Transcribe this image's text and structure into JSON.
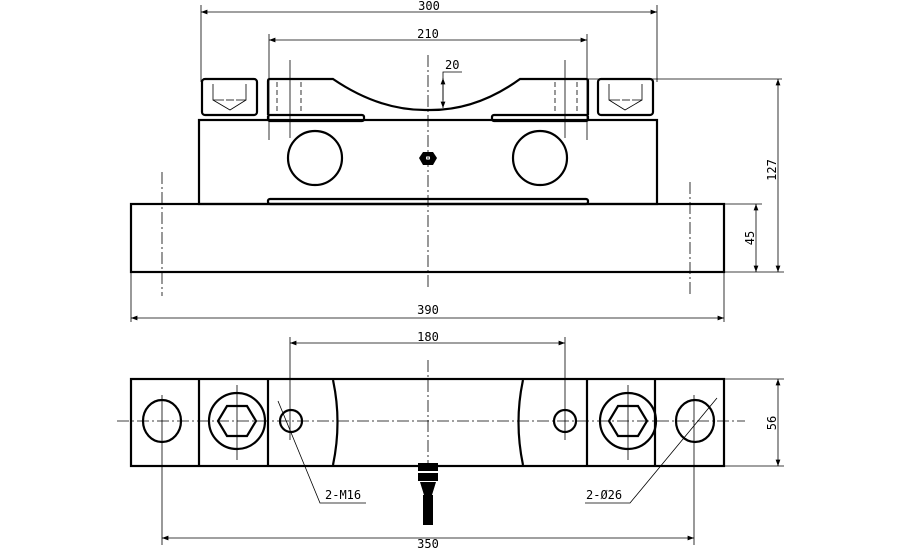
{
  "title": "Load cell mounting assembly drawing",
  "front_view": {
    "dims": {
      "overall_top_width": "300",
      "cradle_span": "210",
      "cradle_depth": "20",
      "total_height": "127",
      "base_height": "45",
      "base_width": "390"
    }
  },
  "top_view": {
    "dims": {
      "thread_spacing": "180",
      "hole_spacing": "350",
      "width": "56"
    },
    "labels": {
      "threaded_holes": "2-M16",
      "through_holes": "2-Ø26"
    }
  },
  "colors": {
    "line": "#000000",
    "background": "#ffffff"
  }
}
